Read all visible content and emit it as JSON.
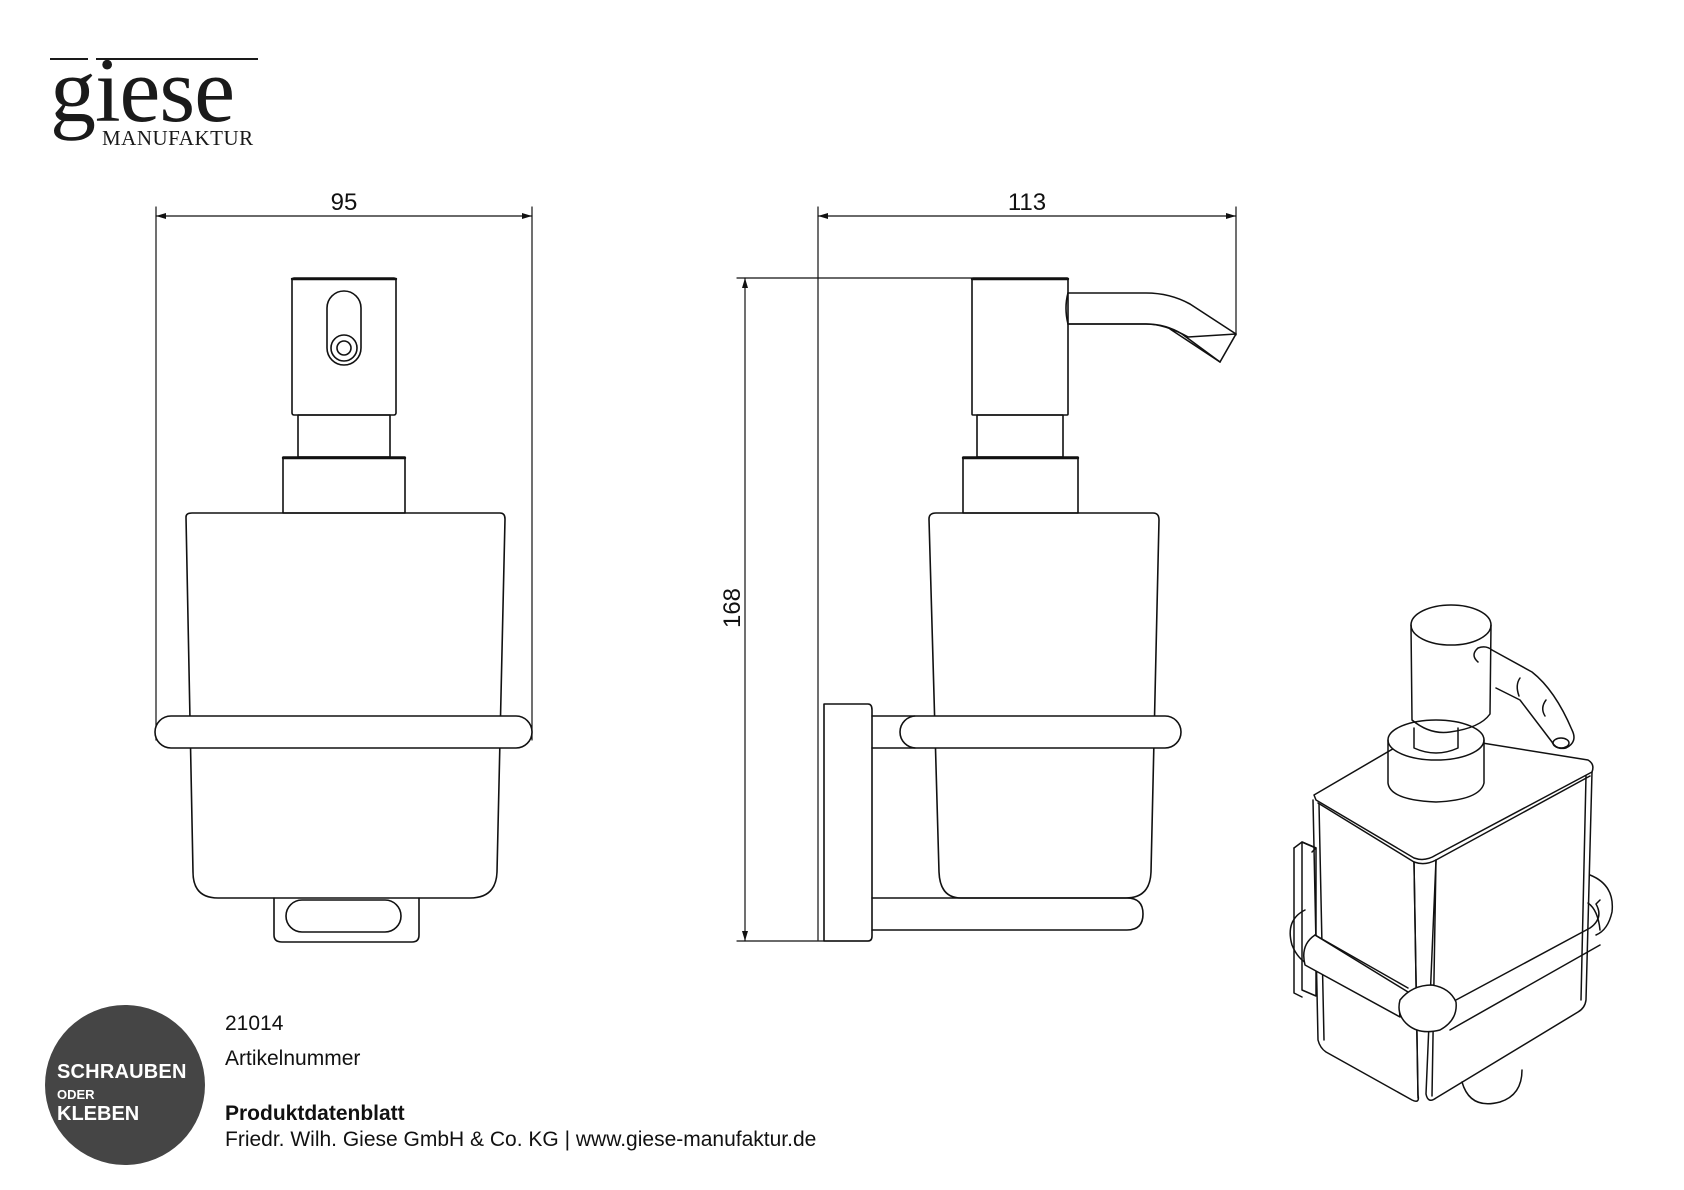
{
  "logo": {
    "brand": "giese",
    "subtitle": "MANUFAKTUR"
  },
  "dimensions": {
    "front_width": "95",
    "side_depth": "113",
    "height": "168"
  },
  "views": {
    "front": "front-elevation",
    "side": "side-elevation",
    "iso": "isometric-view"
  },
  "badge": {
    "line1": "SCHRAUBEN",
    "line2": "ODER",
    "line3": "KLEBEN",
    "color": "#454545"
  },
  "info": {
    "article_number": "21014",
    "article_label": "Artikelnummer",
    "doc_title": "Produktdatenblatt",
    "company_line": "Friedr. Wilh. Giese GmbH & Co. KG | www.giese-manufaktur.de"
  }
}
